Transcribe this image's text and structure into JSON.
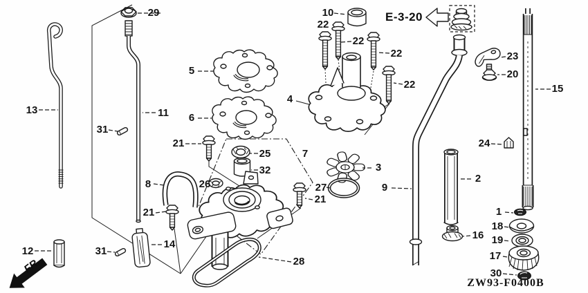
{
  "diagram": {
    "code": "ZW93-F0400B",
    "reference": {
      "label": "E-3-20"
    },
    "orientation": {
      "label": "FR."
    },
    "callouts": {
      "c29": "29",
      "c13": "13",
      "c11": "11",
      "c31a": "31",
      "c31b": "31",
      "c12": "12",
      "c14": "14",
      "c8": "8",
      "c21a": "21",
      "c21b": "21",
      "c21c": "21",
      "c5": "5",
      "c6": "6",
      "c25": "25",
      "c32": "32",
      "c7": "7",
      "c26": "26",
      "c28": "28",
      "c10": "10",
      "c22a": "22",
      "c22b": "22",
      "c22c": "22",
      "c22d": "22",
      "c4": "4",
      "c27": "27",
      "c3": "3",
      "c9": "9",
      "c2": "2",
      "c16": "16",
      "c23": "23",
      "c20": "20",
      "c15": "15",
      "c24": "24",
      "c1": "1",
      "c18": "18",
      "c19": "19",
      "c17": "17",
      "c30": "30"
    }
  }
}
